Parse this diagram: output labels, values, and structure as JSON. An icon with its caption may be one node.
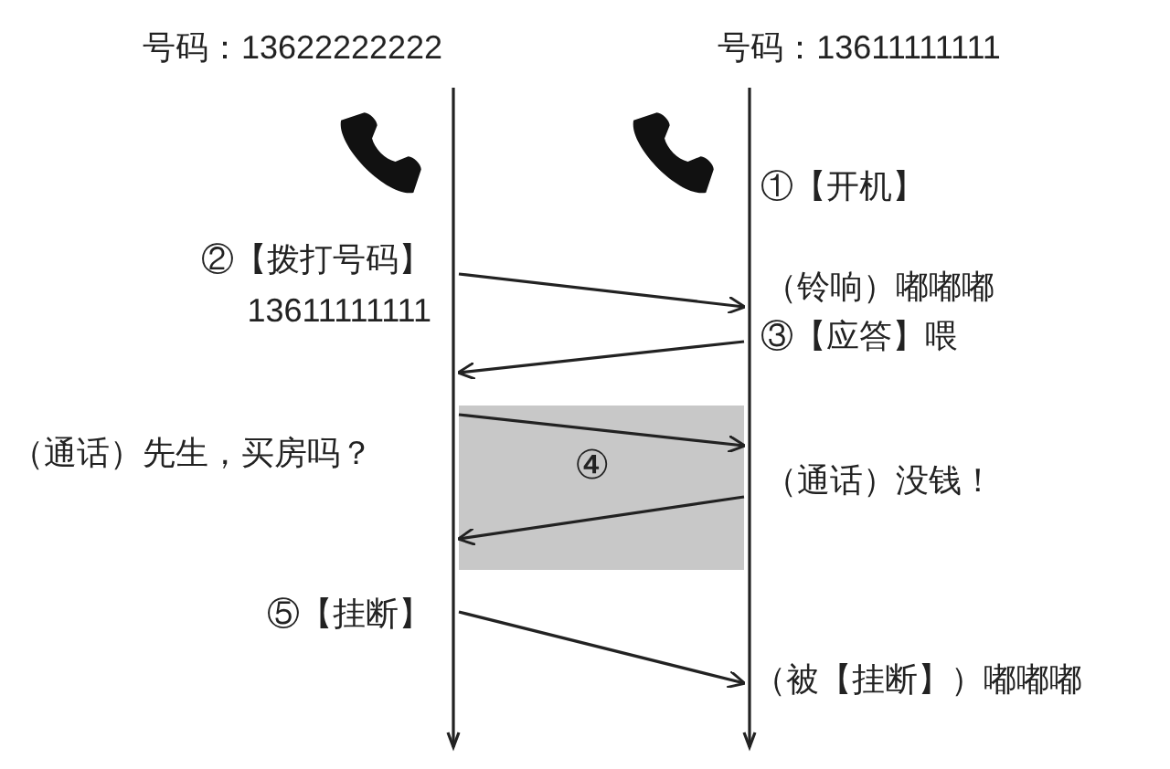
{
  "diagram": {
    "nodes": [
      {
        "text": [],
        "shape": "bar"
      },
      {
        "text": [],
        "shape": "bar"
      }
    ],
    "edges": [
      {
        "from": 0,
        "to": 1,
        "arrow": "to"
      },
      {
        "from": 1,
        "to": 0,
        "arrow": "to"
      },
      {
        "from": 0,
        "to": 1,
        "arrow": "to"
      },
      {
        "from": 1,
        "to": 0,
        "arrow": "to"
      },
      {
        "from": 0,
        "to": 1,
        "arrow": "to"
      }
    ],
    "labels": [
      "号码：13622222222",
      "号码：13611111111",
      "①【开机】",
      "②【拨打号码】",
      "13611111111",
      "（铃响）嘟嘟嘟",
      "③【应答】喂",
      "（通话）先生，买房吗？",
      "④",
      "（通话）没钱！",
      "⑤【挂断】",
      "（被【挂断】）嘟嘟嘟"
    ]
  }
}
